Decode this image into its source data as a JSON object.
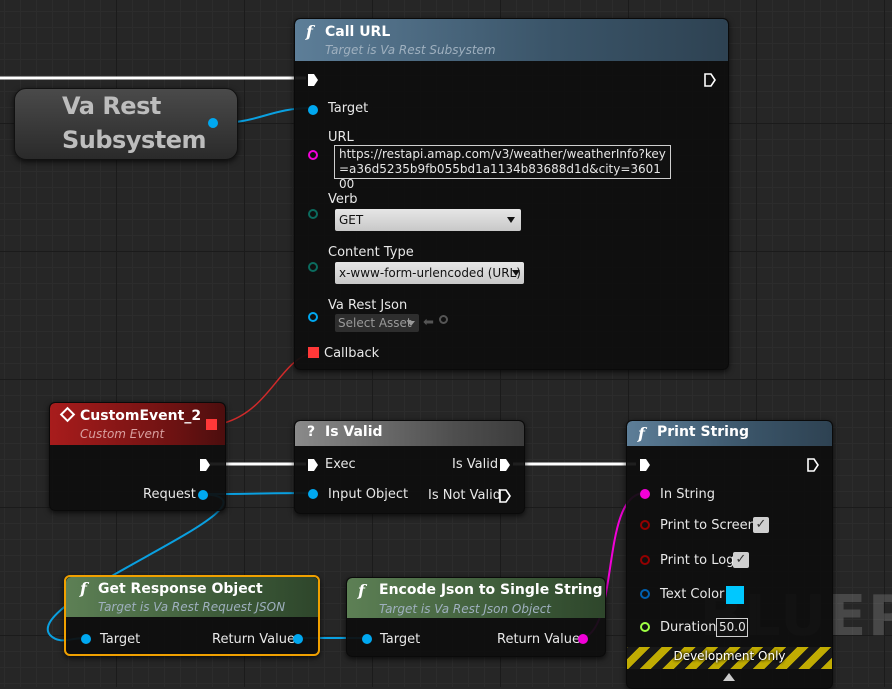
{
  "nodes": {
    "va_rest_subsystem": {
      "title": "Va Rest\nSubsystem"
    },
    "call_url": {
      "title": "Call URL",
      "subtitle": "Target is Va Rest Subsystem",
      "pins": {
        "target": "Target",
        "url": "URL",
        "url_value": "https://restapi.amap.com/v3/weather/weatherInfo?key=a36d5235b9fb055bd1a1134b83688d1d&city=360100",
        "verb": "Verb",
        "verb_value": "GET",
        "content_type": "Content Type",
        "content_type_value": "x-www-form-urlencoded (URL)",
        "va_rest_json": "Va Rest Json",
        "select_asset": "Select Asset",
        "callback": "Callback"
      }
    },
    "custom_event": {
      "title": "CustomEvent_2",
      "subtitle": "Custom Event",
      "pins": {
        "request": "Request"
      }
    },
    "is_valid": {
      "title": "Is Valid",
      "pins": {
        "exec": "Exec",
        "input_object": "Input Object",
        "is_valid": "Is Valid",
        "is_not_valid": "Is Not Valid"
      }
    },
    "print_string": {
      "title": "Print String",
      "pins": {
        "in_string": "In String",
        "print_to_screen": "Print to Screen",
        "print_to_log": "Print to Log",
        "text_color": "Text Color",
        "duration": "Duration",
        "duration_value": "50.0"
      },
      "footer": "Development Only"
    },
    "get_response_object": {
      "title": "Get Response Object",
      "subtitle": "Target is Va Rest Request JSON",
      "pins": {
        "target": "Target",
        "return_value": "Return Value"
      }
    },
    "encode_json": {
      "title": "Encode Json to Single String",
      "subtitle": "Target is Va Rest Json Object",
      "pins": {
        "target": "Target",
        "return_value": "Return Value"
      }
    }
  },
  "watermark": "BLUEP",
  "colors": {
    "exec": "#ffffff",
    "object_pin": "#00a8f0",
    "string_pin": "#f200d8",
    "bool_pin": "#930000",
    "struct_pin": "#0060b0",
    "float_pin": "#9eff44",
    "delegate_pin": "#ff3838",
    "function_header": "#5e7f9a",
    "pure_header": "#5d8055",
    "event_header": "#a41a1a",
    "macro_header": "#7d7d7d",
    "selection": "#f0a000",
    "text_color_swatch": "#00c8ff"
  }
}
